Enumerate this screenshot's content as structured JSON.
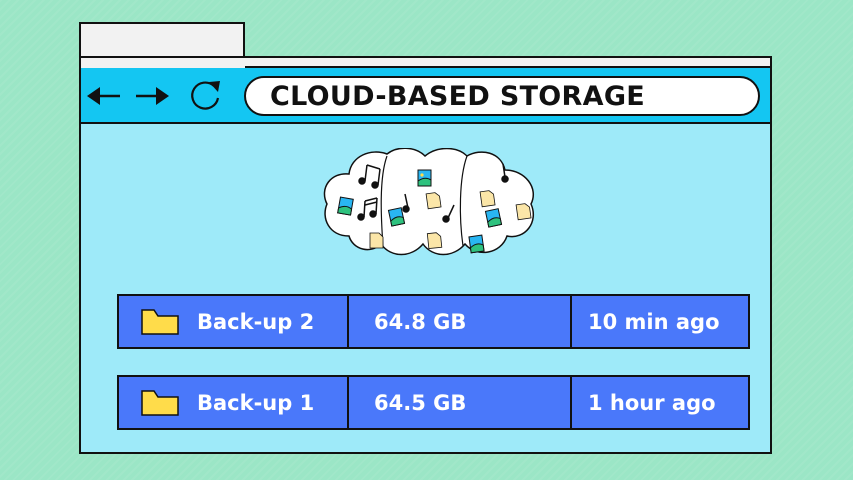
{
  "browser": {
    "tab_label": "",
    "address_bar_text": "CLOUD-BASED STORAGE",
    "icons": {
      "back": "arrow-left-icon",
      "forward": "arrow-right-icon",
      "reload": "reload-icon"
    }
  },
  "cloud": {
    "icon": "cloud-icon",
    "contents": [
      "music-note-icon",
      "image-file-icon",
      "document-file-icon"
    ]
  },
  "backups": [
    {
      "icon": "folder-icon",
      "name": "Back-up 2",
      "size": "64.8 GB",
      "modified": "10 min ago"
    },
    {
      "icon": "folder-icon",
      "name": "Back-up 1",
      "size": "64.5 GB",
      "modified": "1 hour ago"
    }
  ],
  "colors": {
    "background": "#9be6c6",
    "toolbar": "#14c6f2",
    "content": "#9eeaf9",
    "row": "#4a78fa",
    "folder": "#ffdc4a",
    "tab": "#f2f2f2"
  }
}
